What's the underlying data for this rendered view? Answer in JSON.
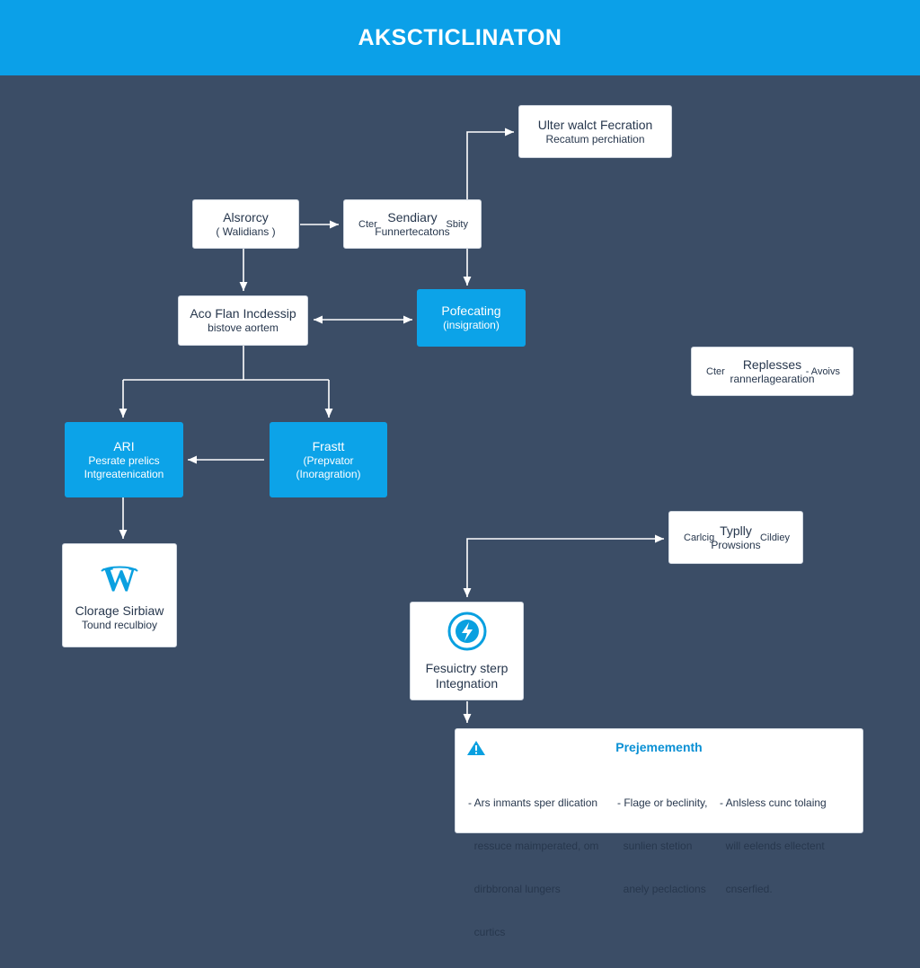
{
  "header": {
    "title": "AKSCTICLINATON"
  },
  "nodes": {
    "ultra": {
      "title": "Ulter walct Fecration",
      "sub": "Recatum perchiation"
    },
    "alsrocy": {
      "title": "Alsrorcy",
      "sub": "( Walidians )"
    },
    "sendiary": {
      "left": "Cter",
      "title": "Sendiary",
      "right": "Sbity",
      "sub": "Funnertecatons"
    },
    "aco": {
      "title": "Aco Flan Incdessip",
      "sub": "bistove aortem"
    },
    "pofecating": {
      "title": "Pofecating",
      "sub": "(insigration)"
    },
    "replesses": {
      "left": "Cter",
      "title": "Replesses",
      "right": "- Avoivs",
      "sub": "rannerlagearation"
    },
    "ari": {
      "title": "ARI",
      "sub1": "Pesrate prelics",
      "sub2": "Intgreatenication"
    },
    "frastt": {
      "title": "Frastt",
      "sub1": "(Prepvator",
      "sub2": "(Inoragration)"
    },
    "clorage": {
      "title": "Clorage Sirbiaw",
      "sub": "Tound reculbioy",
      "icon": "wordpress-logo-icon"
    },
    "typlly": {
      "left": "Carlcig",
      "title": "Typlly",
      "right": "Cildiey",
      "sub": "Prowsions"
    },
    "fesuictry": {
      "title": "Fesuictry sterp",
      "sub": "Integnation",
      "icon": "lightning-bolt-icon"
    }
  },
  "note": {
    "title": "Prejemementh",
    "icon": "warning-icon",
    "col1": [
      "- Ars inmants sper dlication",
      "  ressuce maimperated, om",
      "  dirbbronal lungers",
      "  curtics"
    ],
    "col2": [
      "- Flage or beclinity,",
      "  sunlien stetion",
      "  anely peclactions"
    ],
    "col3": [
      "- Anlsless cunc tolaing",
      "  will eelends ellectent",
      "  cnserfied."
    ]
  },
  "colors": {
    "header": "#0ba0e8",
    "background": "#3b4d66",
    "accent": "#0ca3e8",
    "connector": "#ffffff"
  }
}
